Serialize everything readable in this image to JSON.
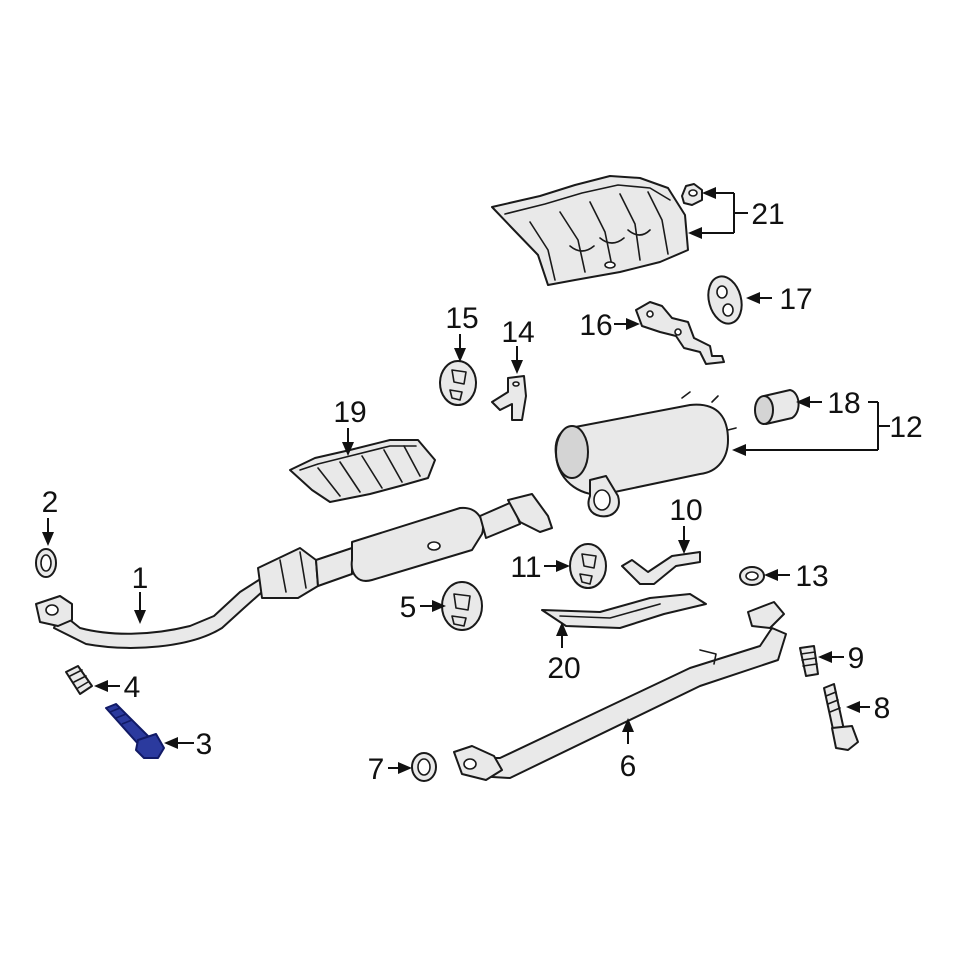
{
  "callouts": {
    "c1": "1",
    "c2": "2",
    "c3": "3",
    "c4": "4",
    "c5": "5",
    "c6": "6",
    "c7": "7",
    "c8": "8",
    "c9": "9",
    "c10": "10",
    "c11": "11",
    "c12": "12",
    "c13": "13",
    "c14": "14",
    "c15": "15",
    "c16": "16",
    "c17": "17",
    "c18": "18",
    "c19": "19",
    "c20": "20",
    "c21": "21"
  },
  "colors": {
    "highlight_part": "#2b3a9e",
    "line": "#1a1a1a",
    "part_fill": "#e9e9e9",
    "background": "#ffffff"
  },
  "highlighted_part": "3"
}
